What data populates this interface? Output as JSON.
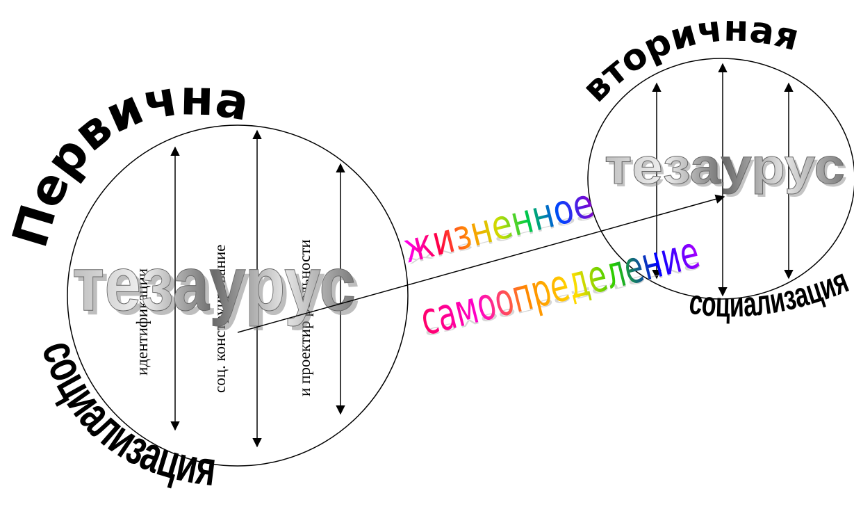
{
  "diagram": {
    "primary": {
      "arc_title": "Первичная",
      "arc_bottom": "социализация",
      "thesaurus": "тезаурус",
      "labels": [
        "идентификации",
        "соц. конструирование",
        "и проектир реальности"
      ]
    },
    "secondary": {
      "arc_title": "вторичная",
      "arc_bottom": "социализация",
      "thesaurus": "тезаурус"
    },
    "bridge": {
      "top_word": "жизненное",
      "bottom_word": "самоопределение"
    },
    "colors": {
      "stroke": "#000000",
      "thesaurus_dark": "#555555",
      "thesaurus_light": "#d8d8d8",
      "rainbow": [
        "#ff00ff",
        "#ff0000",
        "#ff8800",
        "#ffee00",
        "#00cc00",
        "#0000ff",
        "#8800cc"
      ]
    }
  }
}
